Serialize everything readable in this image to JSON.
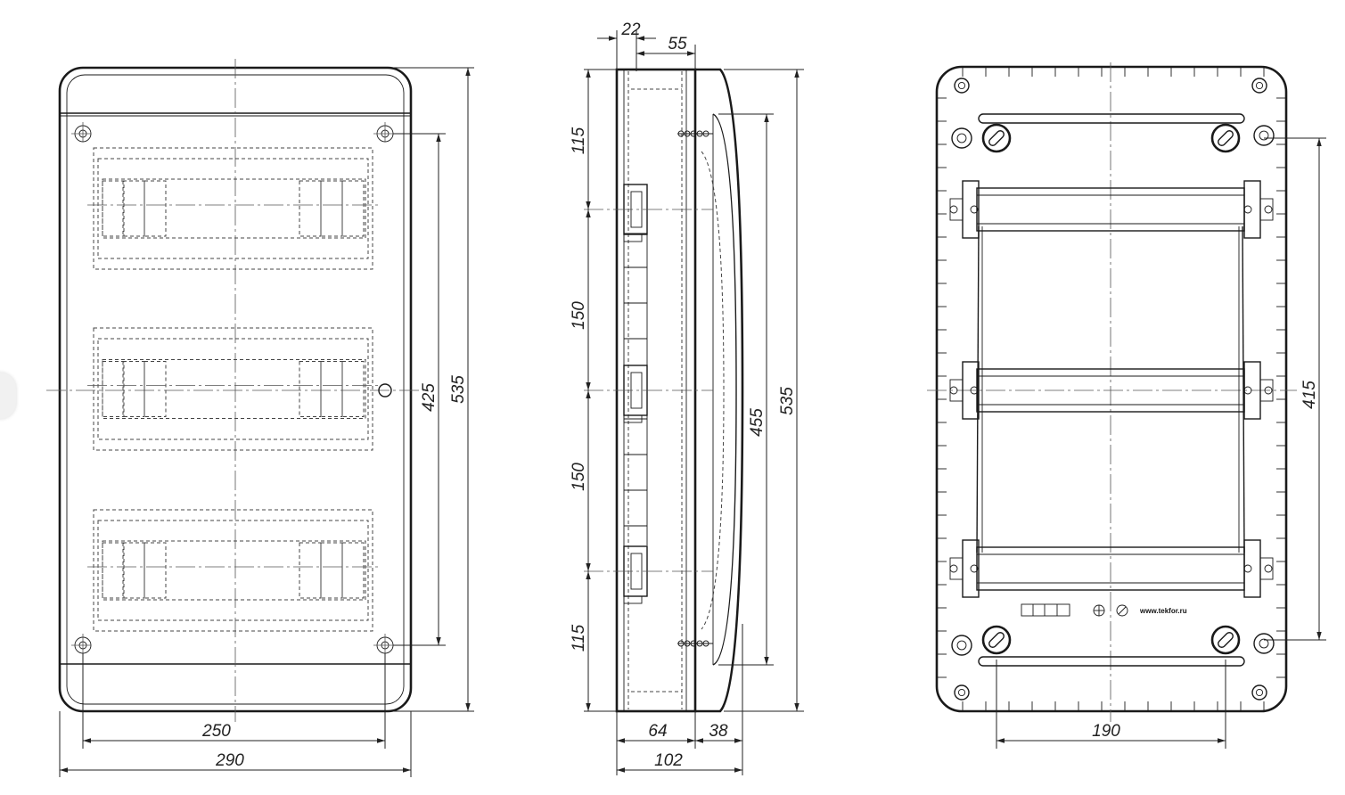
{
  "front_view": {
    "dims": {
      "hole_spacing_w": "250",
      "width": "290",
      "hole_spacing_h": "425",
      "height": "535"
    }
  },
  "side_view": {
    "dims": {
      "top_offset_a": "22",
      "top_offset_b": "55",
      "pitch_top": "115",
      "pitch_row1": "150",
      "pitch_row2": "150",
      "pitch_bottom": "115",
      "door_height": "455",
      "height": "535",
      "base_depth": "64",
      "door_depth": "38",
      "depth": "102"
    }
  },
  "back_view": {
    "dims": {
      "hole_spacing_w": "190",
      "hole_spacing_h": "415"
    },
    "label_url": "www.tekfor.ru"
  },
  "colors": {
    "line": "#1a1a1a",
    "background": "#ffffff"
  }
}
